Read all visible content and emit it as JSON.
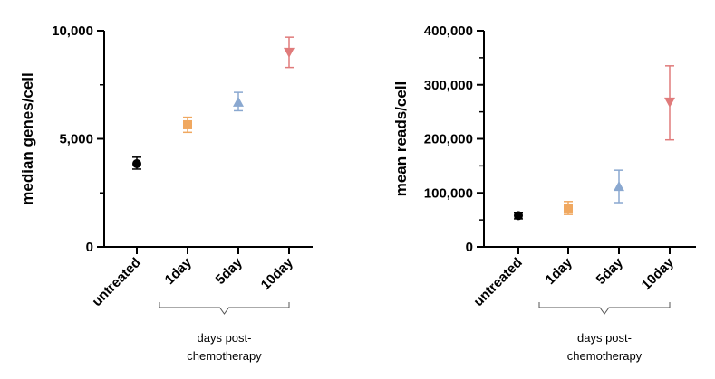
{
  "chart_data": [
    {
      "type": "scatter",
      "ylabel": "median genes/cell",
      "categories": [
        "untreated",
        "1day",
        "5day",
        "10day"
      ],
      "y_ticks": [
        0,
        5000,
        10000
      ],
      "y_tick_labels": [
        "0",
        "5,000",
        "10,000"
      ],
      "ylim": [
        0,
        10000
      ],
      "grid": false,
      "points": [
        {
          "category": "untreated",
          "mean": 3850,
          "error_low": 3600,
          "error_high": 4150,
          "marker": "circle",
          "color": "#000000"
        },
        {
          "category": "1day",
          "mean": 5650,
          "error_low": 5300,
          "error_high": 6000,
          "marker": "square",
          "color": "#F0A860"
        },
        {
          "category": "5day",
          "mean": 6700,
          "error_low": 6300,
          "error_high": 7150,
          "marker": "triangle-up",
          "color": "#8AA8D0"
        },
        {
          "category": "10day",
          "mean": 9000,
          "error_low": 8300,
          "error_high": 9700,
          "marker": "triangle-down",
          "color": "#E07B7B"
        }
      ],
      "group_label": [
        "days post-",
        "chemotherapy"
      ]
    },
    {
      "type": "scatter",
      "ylabel": "mean reads/cell",
      "categories": [
        "untreated",
        "1day",
        "5day",
        "10day"
      ],
      "y_ticks": [
        0,
        100000,
        200000,
        300000,
        400000
      ],
      "y_tick_labels": [
        "0",
        "100,000",
        "200,000",
        "300,000",
        "400,000"
      ],
      "ylim": [
        0,
        400000
      ],
      "grid": false,
      "points": [
        {
          "category": "untreated",
          "mean": 58000,
          "error_low": 52000,
          "error_high": 64000,
          "marker": "circle",
          "color": "#000000"
        },
        {
          "category": "1day",
          "mean": 72000,
          "error_low": 60000,
          "error_high": 84000,
          "marker": "square",
          "color": "#F0A860"
        },
        {
          "category": "5day",
          "mean": 112000,
          "error_low": 82000,
          "error_high": 142000,
          "marker": "triangle-up",
          "color": "#8AA8D0"
        },
        {
          "category": "10day",
          "mean": 268000,
          "error_low": 198000,
          "error_high": 335000,
          "marker": "triangle-down",
          "color": "#E07B7B"
        }
      ],
      "group_label": [
        "days post-",
        "chemotherapy"
      ]
    }
  ]
}
